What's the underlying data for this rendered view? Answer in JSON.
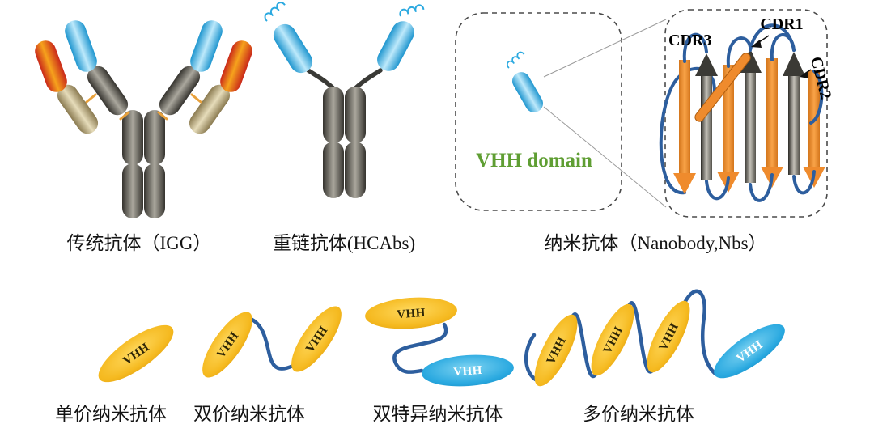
{
  "figure": {
    "top_labels": {
      "igg": "传统抗体（IGG）",
      "hcab": "重链抗体(HCAbs)",
      "nanobody": "纳米抗体（Nanobody,Nbs）"
    },
    "vhh_domain_label": "VHH domain",
    "cdr_labels": {
      "cdr1": "CDR1",
      "cdr2": "CDR2",
      "cdr3": "CDR3"
    },
    "vhh_tag": "VHH",
    "bottom_labels": {
      "monovalent": "单价纳米抗体",
      "bivalent": "双价纳米抗体",
      "bispecific": "双特异纳米抗体",
      "multivalent": "多价纳米抗体"
    },
    "colors": {
      "heavy_chain_gray": "#6e6c64",
      "variable_domain_blue": "#4db8e8",
      "light_chain_tan": "#c9ba8e",
      "light_chain_red_orange": "#e8432a",
      "nanobody_yellow": "#f2b21e",
      "nanobody_blue": "#2aa9e0",
      "linker_blue": "#2d5e9e",
      "beta_strand_orange": "#ef8b2d",
      "vhh_text_green": "#5f9e33"
    }
  }
}
